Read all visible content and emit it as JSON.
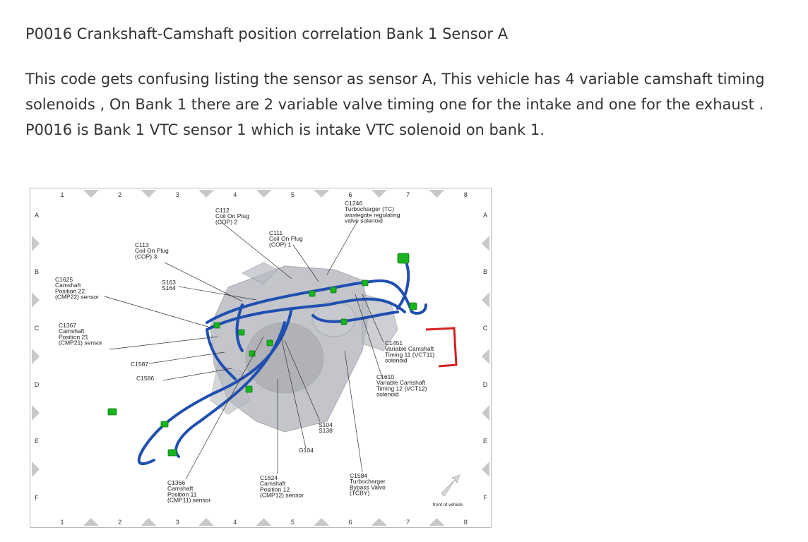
{
  "heading": "P0016 Crankshaft-Camshaft position correlation Bank 1 Sensor A",
  "paragraph": "This code gets confusing listing the sensor as sensor A, This vehicle has 4 variable camshaft timing solenoids , On Bank 1 there are 2 variable valve timing one for the intake and one for the exhaust . P0016 is Bank 1 VTC sensor 1 which is intake VTC solenoid on bank 1.",
  "diagram": {
    "columns": [
      "1",
      "2",
      "3",
      "4",
      "5",
      "6",
      "7",
      "8"
    ],
    "rows": [
      "A",
      "B",
      "C",
      "D",
      "E",
      "F"
    ],
    "front_label": "front of vehicle",
    "labels": {
      "c112": [
        "C112",
        "Coil On Plug",
        "(COP) 2"
      ],
      "c1246": [
        "C1246",
        "Turbocharger (TC)",
        "wastegate regulating",
        "valve solenoid"
      ],
      "c111": [
        "C111",
        "Coil On Plug",
        "(COP) 1"
      ],
      "c113": [
        "C113",
        "Coil On Plug",
        "(COP) 3"
      ],
      "c1625": [
        "C1625",
        "Camshaft",
        "Position 22",
        "(CMP22) sensor"
      ],
      "s163": [
        "S163",
        "S164"
      ],
      "c1367": [
        "C1367",
        "Camshaft",
        "Position 21",
        "(CMP21) sensor"
      ],
      "c1451": [
        "C1451",
        "Variable Camshaft",
        "Timing 11 (VCT11)",
        "solenoid"
      ],
      "c1587": [
        "C1587"
      ],
      "c1586": [
        "C1586"
      ],
      "c1610": [
        "C1610",
        "Variable Camshaft",
        "Timing 12 (VCT12)",
        "solenoid"
      ],
      "s104": [
        "S104",
        "S138"
      ],
      "g104": [
        "G104"
      ],
      "c1366": [
        "C1366",
        "Camshaft",
        "Position 11",
        "(CMP11) sensor"
      ],
      "c1624": [
        "C1624",
        "Camshaft",
        "Position 12",
        "(CMP12) sensor"
      ],
      "c1584": [
        "C1584",
        "Turbocharger",
        "Bypass Valve",
        "(TCBY)"
      ]
    },
    "colors": {
      "harness": "#1f4fb0",
      "connector": "#19b31f",
      "highlight": "#d42020",
      "engine": "#b9bcc2",
      "marker": "#c8c8c8"
    }
  }
}
